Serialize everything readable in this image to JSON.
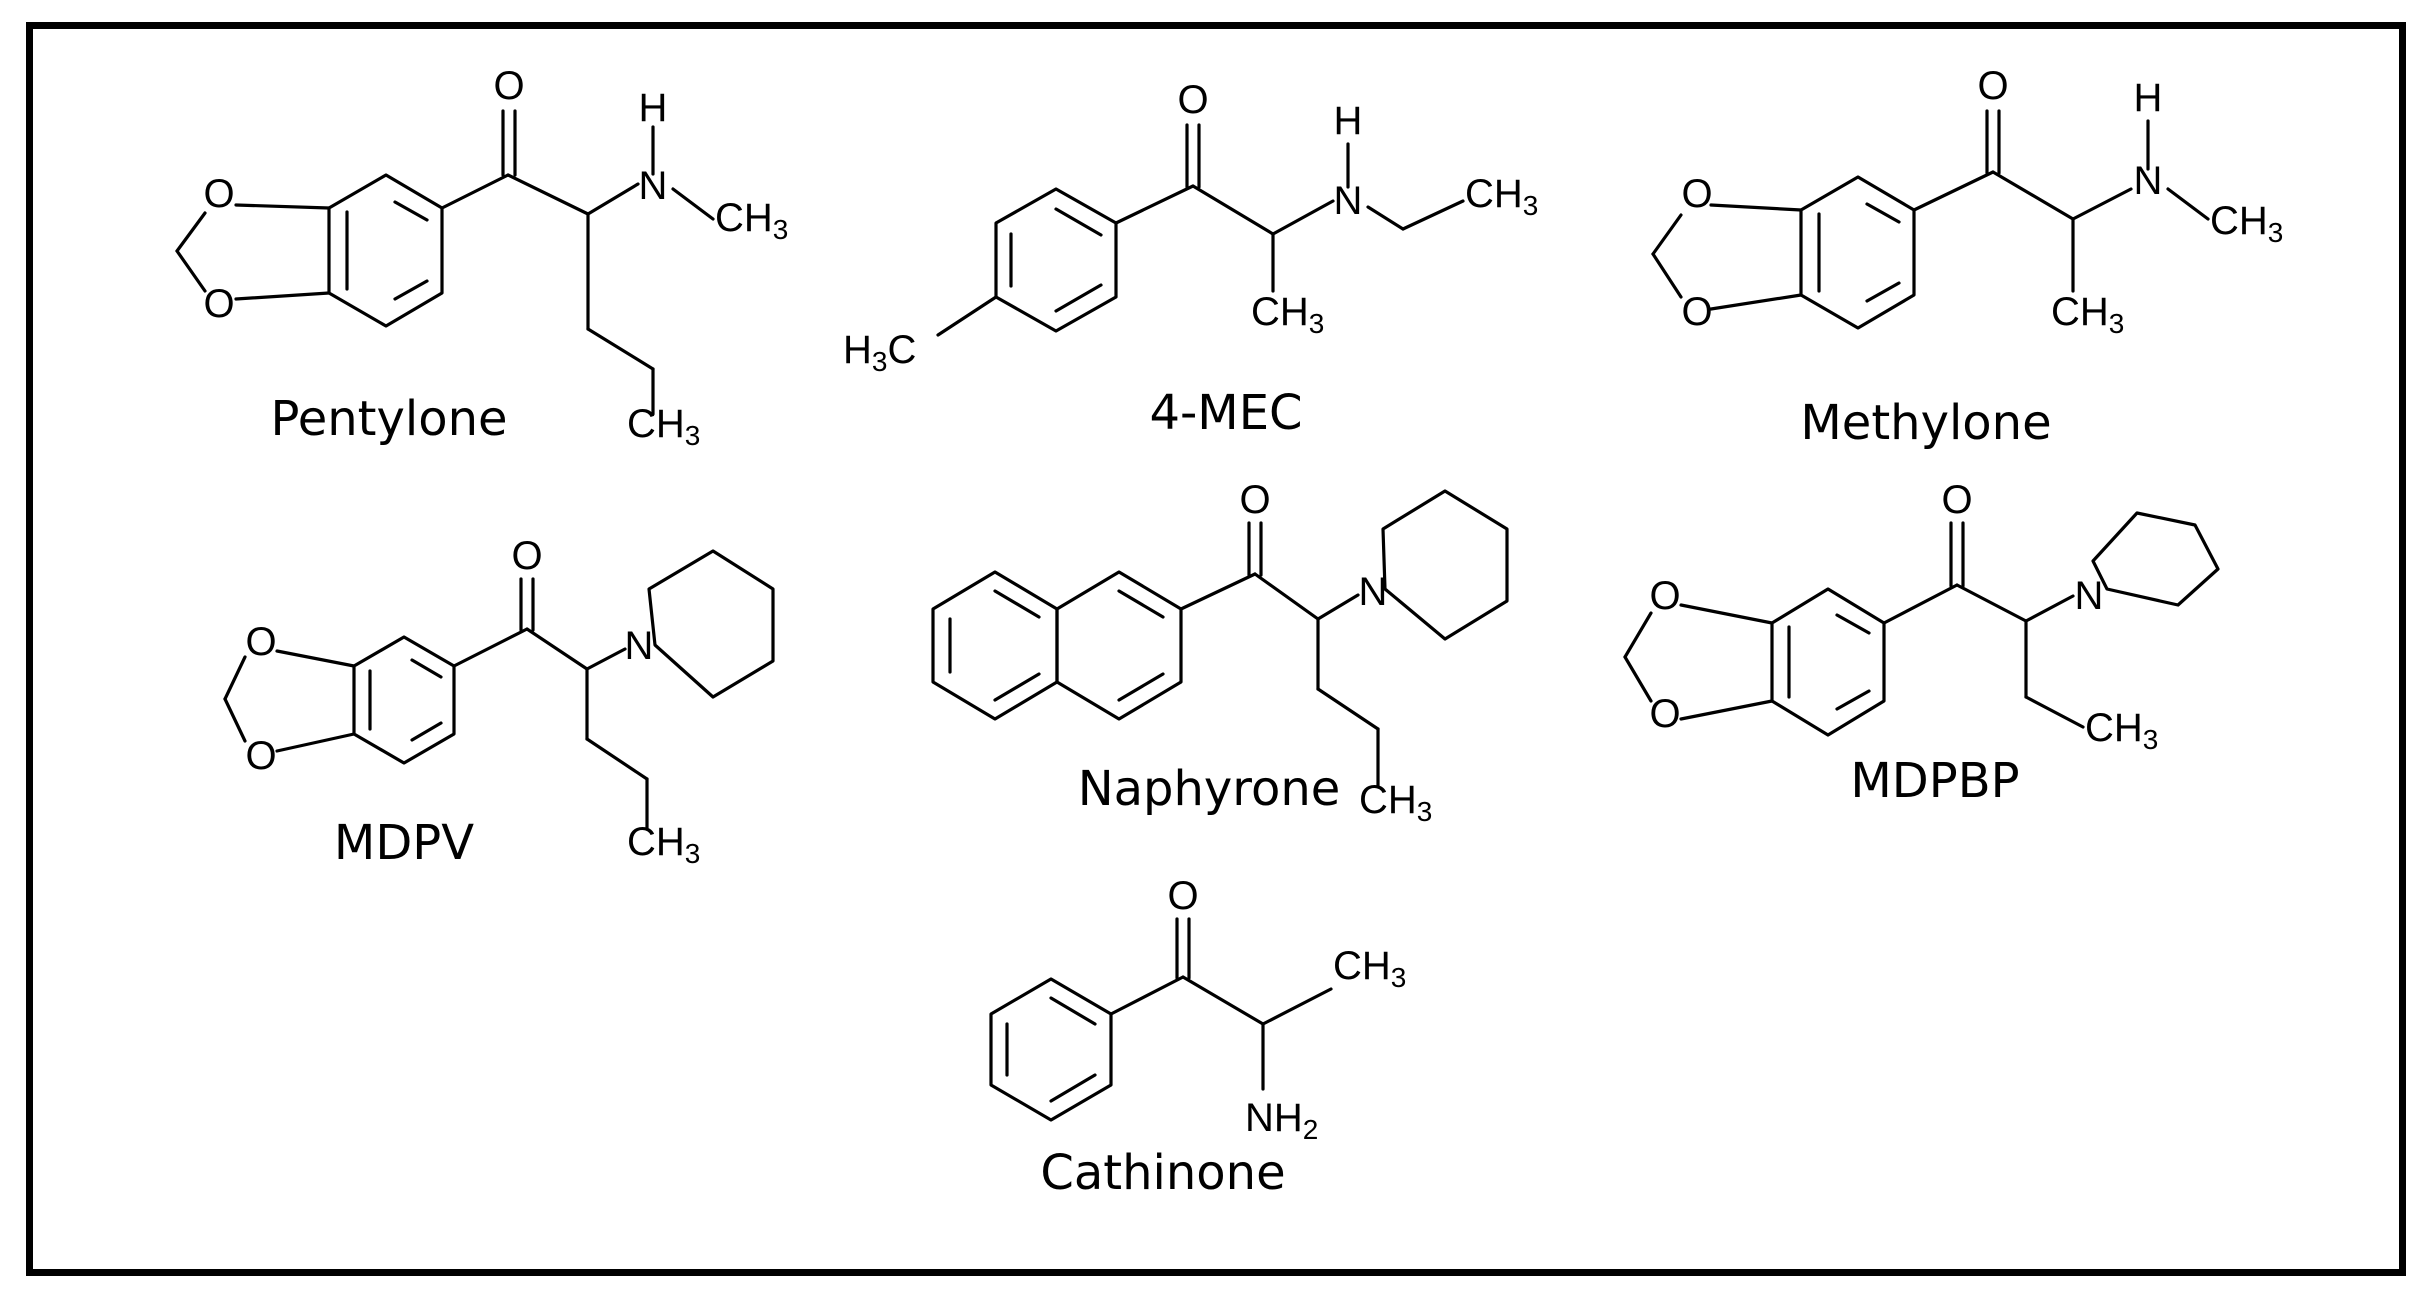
{
  "figure": {
    "compounds": [
      {
        "name": "Pentylone",
        "atoms": {
          "o_ketone": "O",
          "n_h": "H",
          "n": "N",
          "n_ch": "CH",
          "n_ch_sub": "3",
          "ring_o1": "O",
          "ring_o2": "O",
          "chain_ch": "CH",
          "chain_ch_sub": "3"
        }
      },
      {
        "name": "4-MEC",
        "atoms": {
          "o_ketone": "O",
          "n_h": "H",
          "n": "N",
          "ethyl_ch": "CH",
          "ethyl_ch_sub": "3",
          "alpha_ch": "CH",
          "alpha_ch_sub": "3",
          "para_h": "H",
          "para_sub": "3",
          "para_c": "C"
        }
      },
      {
        "name": "Methylone",
        "atoms": {
          "o_ketone": "O",
          "n_h": "H",
          "n": "N",
          "n_ch": "CH",
          "n_ch_sub": "3",
          "ring_o1": "O",
          "ring_o2": "O",
          "alpha_ch": "CH",
          "alpha_ch_sub": "3"
        }
      },
      {
        "name": "MDPV",
        "atoms": {
          "o_ketone": "O",
          "n": "N",
          "ring_o1": "O",
          "ring_o2": "O",
          "chain_ch": "CH",
          "chain_ch_sub": "3"
        }
      },
      {
        "name": "Naphyrone",
        "atoms": {
          "o_ketone": "O",
          "n": "N",
          "chain_ch": "CH",
          "chain_ch_sub": "3"
        }
      },
      {
        "name": "MDPBP",
        "atoms": {
          "o_ketone": "O",
          "n": "N",
          "ring_o1": "O",
          "ring_o2": "O",
          "chain_ch": "CH",
          "chain_ch_sub": "3"
        }
      },
      {
        "name": "Cathinone",
        "atoms": {
          "o_ketone": "O",
          "alpha_ch": "CH",
          "alpha_ch_sub": "3",
          "amine_nh": "NH",
          "amine_nh_sub": "2"
        }
      }
    ]
  }
}
